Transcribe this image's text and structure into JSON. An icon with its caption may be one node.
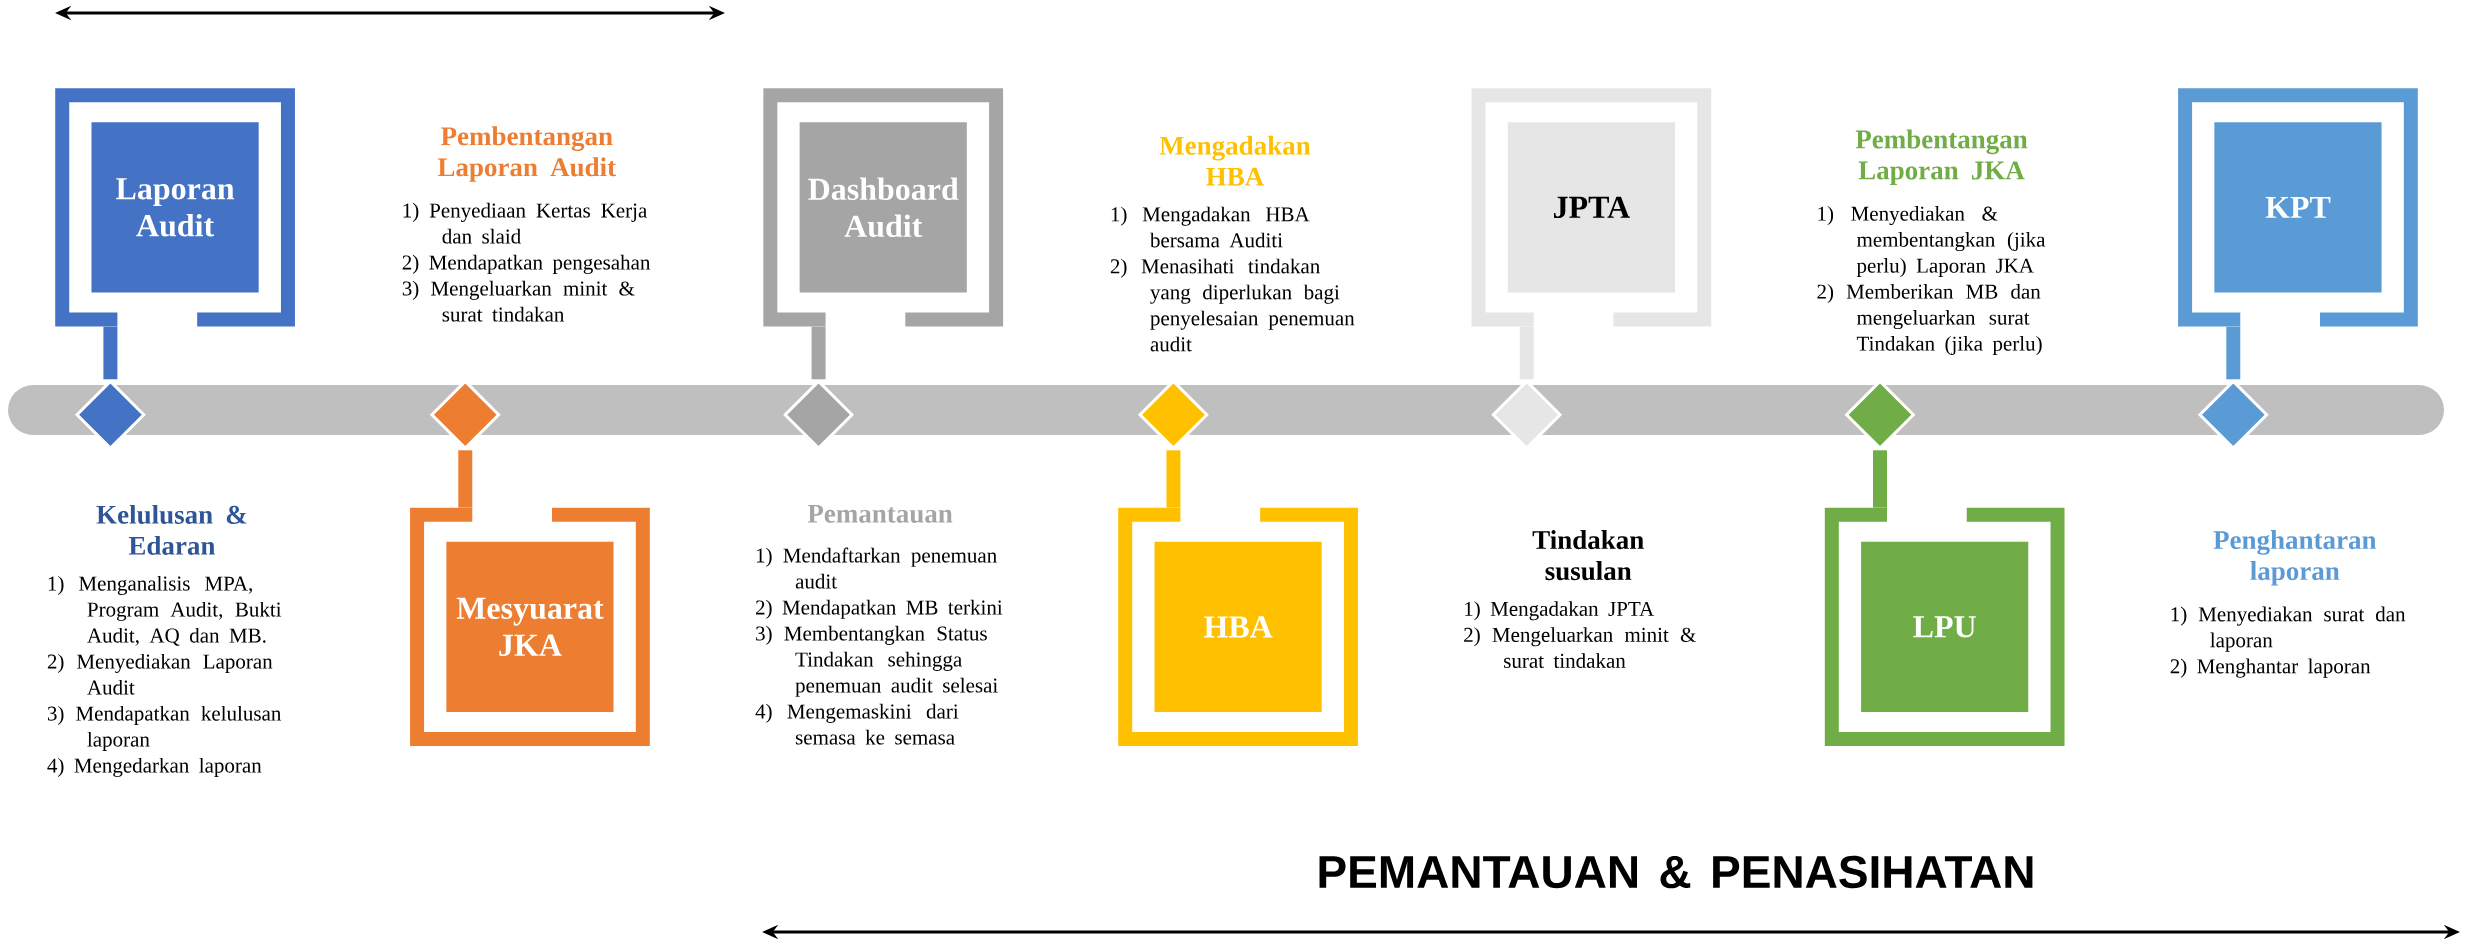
{
  "diagram": {
    "nodes": [
      {
        "text": [
          "Laporan Audit"
        ]
      },
      {
        "text": [],
        "shape": "diamond"
      },
      {
        "text": [
          "Mesyuarat JKA"
        ]
      },
      {
        "text": [],
        "shape": "diamond"
      },
      {
        "text": [
          "Dashboard Audit"
        ]
      },
      {
        "text": [],
        "shape": "diamond"
      },
      {
        "text": [
          "HBA"
        ]
      },
      {
        "text": [],
        "shape": "diamond"
      },
      {
        "text": [
          "JPTA"
        ]
      },
      {
        "text": [],
        "shape": "diamond"
      },
      {
        "text": [
          "LPU"
        ]
      },
      {
        "text": [],
        "shape": "diamond"
      },
      {
        "text": [
          "KPT"
        ]
      },
      {
        "text": [],
        "shape": "diamond"
      }
    ],
    "edges": [
      {
        "from": 0,
        "to": 1,
        "arrow": "none",
        "color": "#4472c4"
      },
      {
        "from": 2,
        "to": 3,
        "arrow": "none",
        "color": "#ed7d31"
      },
      {
        "from": 4,
        "to": 5,
        "arrow": "none",
        "color": "#a5a5a5"
      },
      {
        "from": 6,
        "to": 7,
        "arrow": "none",
        "color": "#ffc000"
      },
      {
        "from": 8,
        "to": 9,
        "arrow": "none",
        "color": "#e7e6e6"
      },
      {
        "from": 10,
        "to": 11,
        "arrow": "none",
        "color": "#70ad47"
      },
      {
        "from": 12,
        "to": 13,
        "arrow": "none",
        "color": "#5b9bd5"
      }
    ],
    "labels": [
      "Kelulusan & Edaran",
      "1) Menganalisis MPA, Program Audit, Bukti Audit, AQ dan MB.",
      "2) Menyediakan Laporan Audit",
      "3) Mendapatkan kelulusan laporan",
      "4) Mengedarkan laporan",
      "Pembentangan Laporan Audit",
      "1) Penyediaan Kertas Kerja dan slaid",
      "2) Mendapatkan pengesahan",
      "3) Mengeluarkan minit & surat tindakan",
      "Pemantauan",
      "1) Mendaftarkan penemuan audit",
      "2) Mendapatkan MB terkini",
      "3) Membentangkan Status Tindakan sehingga penemuan audit selesai",
      "4) Mengemaskini dari semasa ke semasa",
      "Mengadakan HBA",
      "1) Mengadakan HBA bersama Auditi",
      "2) Menasihati tindakan yang diperlukan bagi penyelesaian penemuan audit",
      "Tindakan susulan",
      "1) Mengadakan JPTA",
      "2) Mengeluarkan minit & surat tindakan",
      "Pembentangan Laporan JKA",
      "1) Menyediakan & membentangkan (jika perlu) Laporan JKA",
      "2) Memberikan MB dan mengeluarkan surat Tindakan (jika perlu)",
      "Penghantaran laporan",
      "1) Menyediakan surat dan laporan",
      "2) Menghantar laporan",
      "PEMANTAUAN & PENASIHATAN"
    ]
  }
}
